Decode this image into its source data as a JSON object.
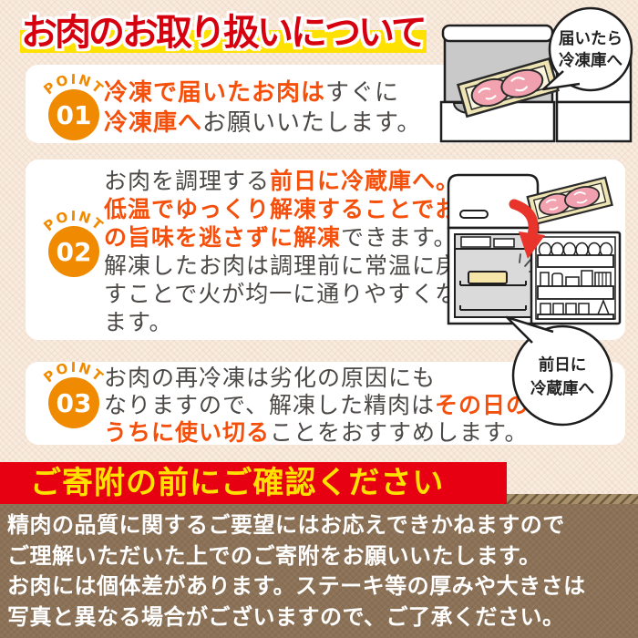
{
  "title": {
    "text": "お肉のお取り扱いについて"
  },
  "points": [
    {
      "badge": {
        "label": "POINT",
        "number": "01"
      },
      "segments": [
        {
          "text": "冷凍で届いたお肉は",
          "em": true
        },
        {
          "text": "すぐに\n",
          "em": false
        },
        {
          "text": "冷凍庫へ",
          "em": true
        },
        {
          "text": "お願いいたします。",
          "em": false
        }
      ]
    },
    {
      "badge": {
        "label": "POINT",
        "number": "02"
      },
      "segments": [
        {
          "text": "お肉を調理する",
          "em": false
        },
        {
          "text": "前日に冷蔵庫へ。\n低温でゆっくり解凍することでお肉\nの旨味を逃さずに解凍",
          "em": true
        },
        {
          "text": "できます。\n解凍したお肉は調理前に常温に戻\nすことで火が均一に通りやすくなり\nます。",
          "em": false
        }
      ]
    },
    {
      "badge": {
        "label": "POINT",
        "number": "03"
      },
      "segments": [
        {
          "text": "お肉の再冷凍は劣化の原因にも\nなりますので、解凍した精肉は",
          "em": false
        },
        {
          "text": "その日の\nうちに使い切る",
          "em": true
        },
        {
          "text": "ことをおすすめします。",
          "em": false
        }
      ]
    }
  ],
  "illustrations": {
    "freezer_bubble": {
      "line1": "届いたら",
      "line2": "冷凍庫へ"
    },
    "fridge_bubble": {
      "line1": "前日に",
      "line2": "冷蔵庫へ"
    }
  },
  "notice": {
    "banner_text": "ご寄附の前にご確認ください",
    "body": "精肉の品質に関するご要望にはお応えできかねますので\nご理解いただいた上でのご寄附をお願いいたします。\nお肉には個体差があります。ステーキ等の厚みや大きさは\n写真と異なる場合がございますので、ご了承ください。"
  },
  "colors": {
    "title_red": "#d7000f",
    "highlight_yellow": "#ffe100",
    "badge_orange": "#f08a00",
    "em_orange": "#f4500c",
    "body_text": "#4b4846",
    "banner_red": "#e60012",
    "banner_text_yellow": "#ffe100",
    "background_cream": "#f8ecdf",
    "background_brown": "#8b7156",
    "meat_pink": "#f2a3af",
    "tray_cream": "#efe5b4",
    "arrow_red": "#e8342b"
  }
}
